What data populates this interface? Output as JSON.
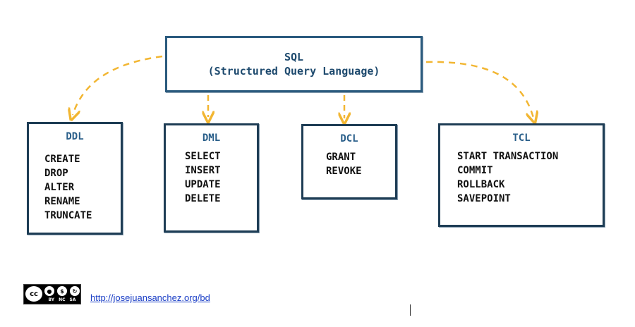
{
  "root": {
    "title": "SQL",
    "subtitle": "(Structured Query Language)"
  },
  "categories": [
    {
      "title": "DDL",
      "items": [
        "CREATE",
        "DROP",
        "ALTER",
        "RENAME",
        "TRUNCATE"
      ]
    },
    {
      "title": "DML",
      "items": [
        "SELECT",
        "INSERT",
        "UPDATE",
        "DELETE"
      ]
    },
    {
      "title": "DCL",
      "items": [
        "GRANT",
        "REVOKE"
      ]
    },
    {
      "title": "TCL",
      "items": [
        "START TRANSACTION",
        "COMMIT",
        "ROLLBACK",
        "SAVEPOINT"
      ]
    }
  ],
  "footer": {
    "license_badge": "cc-by-nc-sa-icon",
    "license_labels": [
      "BY",
      "NC",
      "SA"
    ],
    "link": "http://josejuansanchez.org/bd"
  },
  "colors": {
    "box_border": "#1e3d55",
    "title_blue": "#2a5f8a",
    "arrow": "#f2b632"
  }
}
